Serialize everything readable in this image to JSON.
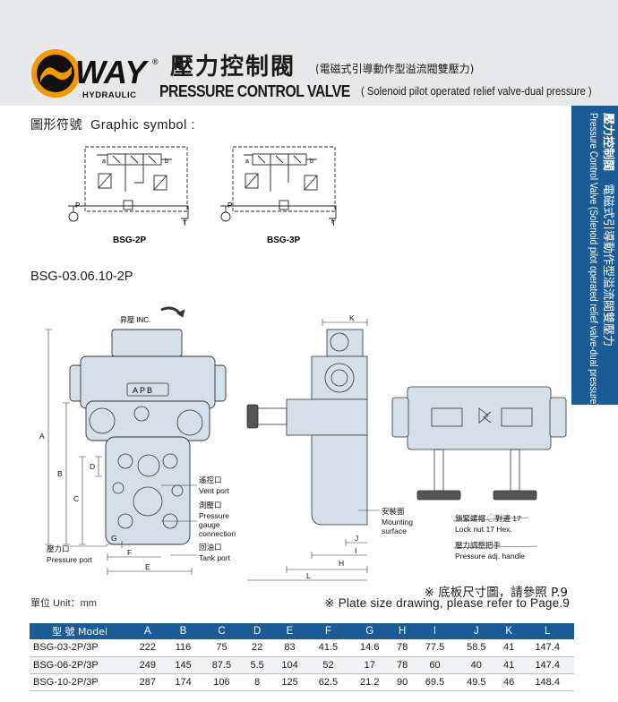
{
  "header": {
    "brand_word": "WAY",
    "brand_sub": "HYDRAULIC",
    "registered": "®",
    "title_cn": "壓力控制閥",
    "title_cn_sub": "(電磁式引導動作型溢流閥雙壓力)",
    "title_en": "PRESSURE CONTROL VALVE",
    "title_en_sub": "( Solenoid pilot operated relief valve-dual pressure )"
  },
  "side_tab": {
    "cn_1": "壓力控制閥",
    "cn_2": "電磁式引導動作型溢流閥雙壓力",
    "en": "Pressure Control Valve (Solenoid pilot operated relief valve-dual pressure)"
  },
  "graphic_symbol": {
    "title_cn": "圖形符號",
    "title_en": "Graphic symbol",
    "colon": ":",
    "port_p": "P",
    "port_t": "T",
    "port_a": "a",
    "port_b": "b",
    "symbols": [
      "BSG-2P",
      "BSG-3P"
    ]
  },
  "drawing": {
    "title": "BSG-03.06.10-2P",
    "inc_label": "昇壓 INC.",
    "apb": "APB",
    "dims": [
      "A",
      "B",
      "C",
      "D",
      "E",
      "F",
      "G",
      "H",
      "I",
      "J",
      "K",
      "L"
    ],
    "callouts": {
      "vent_cn": "遙控口",
      "vent_en": "Vent port",
      "gauge_cn": "測壓口",
      "gauge_en_1": "Pressure",
      "gauge_en_2": "gauge",
      "gauge_en_3": "connection",
      "tank_cn": "回油口",
      "tank_en": "Tank port",
      "pressure_cn": "壓力口",
      "pressure_en": "Pressure port",
      "mounting_cn": "安裝面",
      "mounting_en_1": "Mounting",
      "mounting_en_2": "surface",
      "lock_cn": "鎖緊螺帽 ◯對邊 17",
      "lock_en": "Lock nut 17 Hex.",
      "adj_cn": "壓力調整把手",
      "adj_en": "Pressure adj. handle"
    }
  },
  "notes": {
    "unit_cn": "單位",
    "unit_en": "Unit：mm",
    "ref_cn": "※ 底板尺寸圖，請參照 P.9",
    "ref_en": "※ Plate size drawing, please refer to Page.9"
  },
  "table": {
    "model_cn": "型  號",
    "model_en": "Model",
    "columns": [
      "A",
      "B",
      "C",
      "D",
      "E",
      "F",
      "G",
      "H",
      "I",
      "J",
      "K",
      "L"
    ],
    "rows": [
      {
        "model": "BSG-03-2P/3P",
        "values": [
          "222",
          "116",
          "75",
          "22",
          "83",
          "41.5",
          "14.6",
          "78",
          "77.5",
          "58.5",
          "41",
          "147.4"
        ]
      },
      {
        "model": "BSG-06-2P/3P",
        "values": [
          "249",
          "145",
          "87.5",
          "5.5",
          "104",
          "52",
          "17",
          "78",
          "60",
          "40",
          "41",
          "147.4"
        ]
      },
      {
        "model": "BSG-10-2P/3P",
        "values": [
          "287",
          "174",
          "106",
          "8",
          "125",
          "62.5",
          "21.2",
          "90",
          "69.5",
          "49.5",
          "46",
          "148.4"
        ]
      }
    ]
  },
  "colors": {
    "accent": "#1b5b96",
    "logo_orange": "#f39800",
    "header_bg": "#e7e8e9",
    "body_blue": "#d4dfe9"
  }
}
